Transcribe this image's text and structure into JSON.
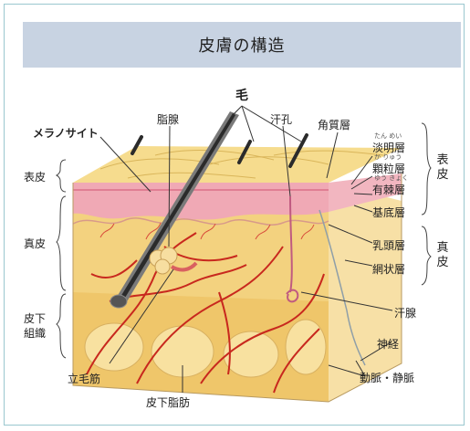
{
  "title": "皮膚の構造",
  "labels": {
    "hair": "毛",
    "sebaceous_gland": "脂腺",
    "melanocyte": "メラノサイト",
    "sweat_pore": "汗孔",
    "stratum_corneum": "角質層",
    "stratum_lucidum": "淡明層",
    "stratum_granulosum": "顆粒層",
    "stratum_spinosum": "有棘層",
    "stratum_basale": "基底層",
    "papillary_layer": "乳頭層",
    "reticular_layer": "網状層",
    "sweat_gland": "汗腺",
    "nerve": "神経",
    "artery_vein": "動脈・静脈",
    "subcutaneous_fat": "皮下脂肪",
    "arrector_pili": "立毛筋",
    "epidermis_left": "表皮",
    "dermis_left": "真皮",
    "subcutis_left_1": "皮下",
    "subcutis_left_2": "組織",
    "epidermis_right": "表皮",
    "dermis_right": "真皮"
  },
  "ruby": {
    "lucidum": "たん めい",
    "granulosum": "か りゅう",
    "spinosum": "ゆう きょく"
  }
}
